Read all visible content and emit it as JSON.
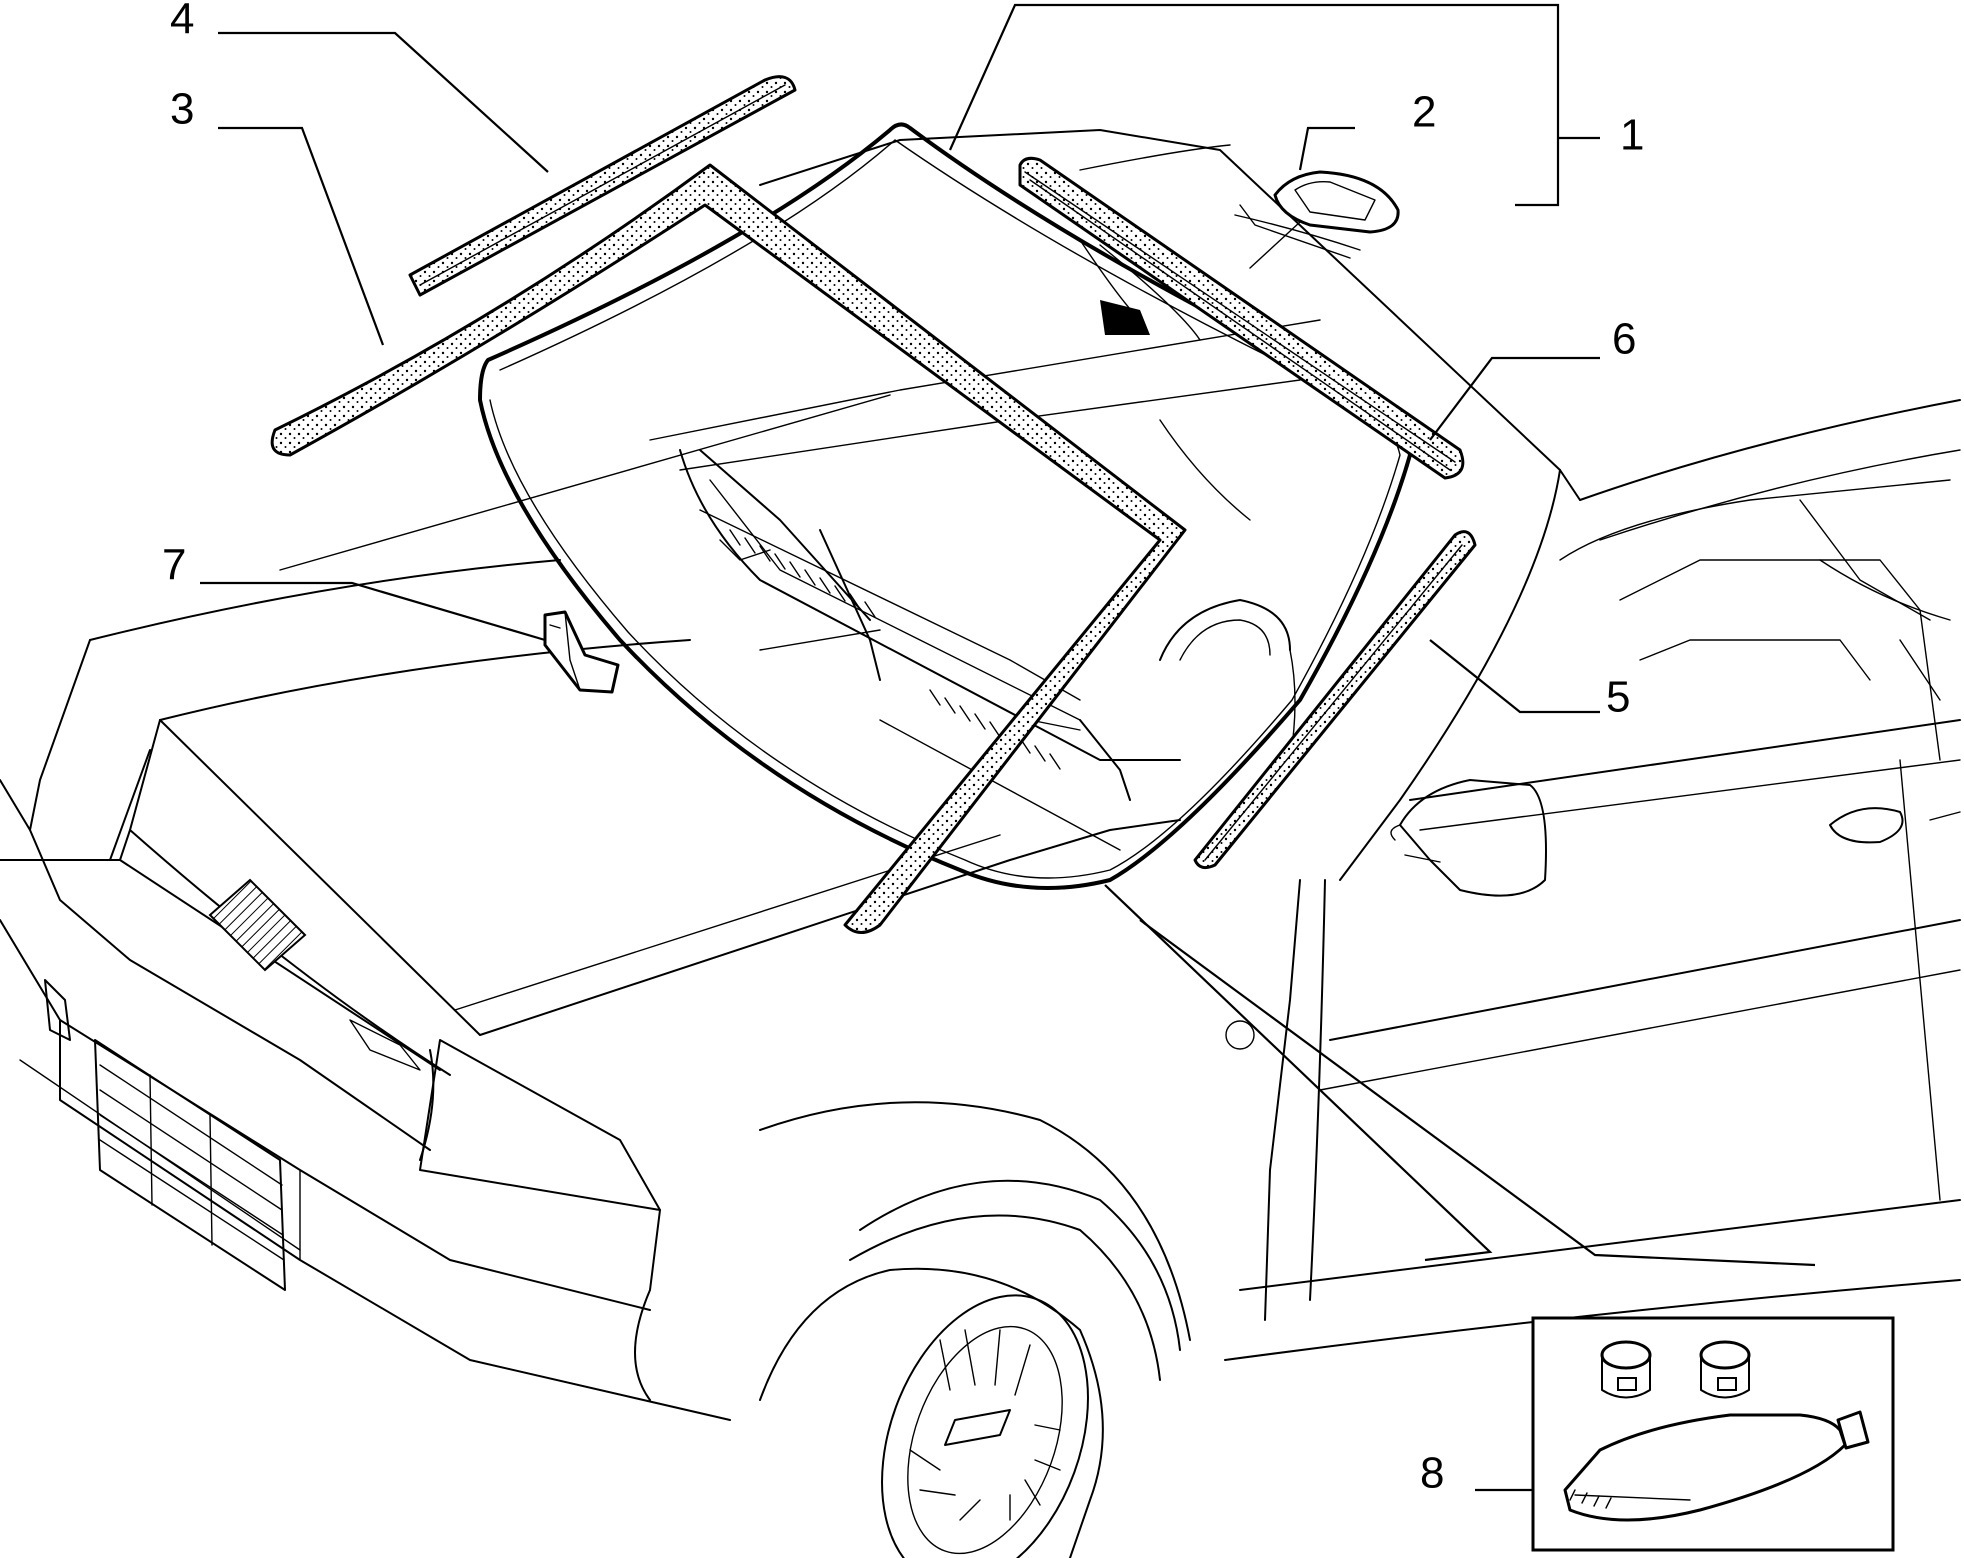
{
  "callouts": [
    {
      "id": "c1",
      "label": "1"
    },
    {
      "id": "c2",
      "label": "2"
    },
    {
      "id": "c3",
      "label": "3"
    },
    {
      "id": "c4",
      "label": "4"
    },
    {
      "id": "c5",
      "label": "5"
    },
    {
      "id": "c6",
      "label": "6"
    },
    {
      "id": "c7",
      "label": "7"
    },
    {
      "id": "c8",
      "label": "8"
    }
  ]
}
